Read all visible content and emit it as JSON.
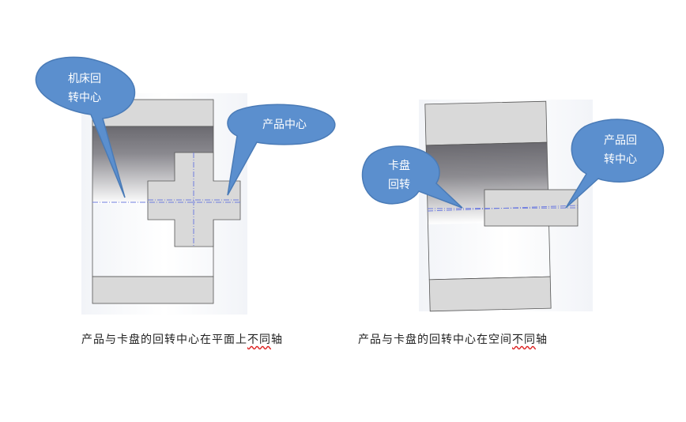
{
  "diagram_left": {
    "callouts": {
      "machine_center": {
        "line1": "机床回",
        "line2": "转中心"
      },
      "product_center": {
        "line1": "产品中心"
      }
    },
    "caption": {
      "main": "产品与卡盘的回转中心在平面上",
      "emph": "不同",
      "tail": "轴"
    }
  },
  "diagram_right": {
    "callouts": {
      "chuck_rotation": {
        "line1": "卡盘",
        "line2": "回转"
      },
      "product_rotation": {
        "line1": "产品回",
        "line2": "转中心"
      }
    },
    "caption": {
      "main": "产品与卡盘的回转中心在空间",
      "emph": "不同",
      "tail": "轴"
    }
  },
  "colors": {
    "bubble_fill": "#5b8fce",
    "bubble_stroke": "#4a7bb7",
    "part_fill": "#d9d9d9",
    "centerline": "#6f7de0"
  }
}
